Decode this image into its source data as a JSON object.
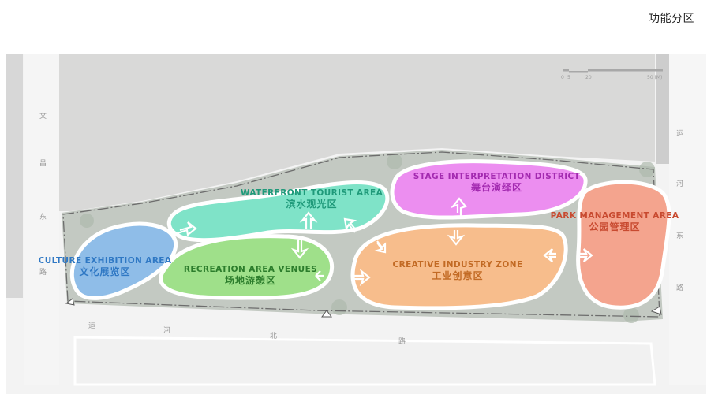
{
  "header": {
    "title": "功能分区"
  },
  "scale_bar": {
    "ticks": [
      "0",
      "5",
      "20",
      "50 (M)"
    ]
  },
  "roads": {
    "west": [
      "文",
      "昌",
      "东",
      "路"
    ],
    "east": [
      "运",
      "河",
      "东",
      "路"
    ],
    "south": [
      "运",
      "河",
      "北",
      "路"
    ]
  },
  "zones": [
    {
      "id": "culture",
      "en": "CULTURE EXHIBITION AREA",
      "cn": "文化展览区",
      "fill": "#8fbde8",
      "text": "#2f78c4"
    },
    {
      "id": "waterfront",
      "en": "WATERFRONT TOURIST AREA",
      "cn": "滨水观光区",
      "fill": "#7fe3c8",
      "text": "#1f9a7a"
    },
    {
      "id": "recreation",
      "en": "RECREATION AREA VENUES",
      "cn": "场地游憩区",
      "fill": "#9fe08a",
      "text": "#2c7d2c"
    },
    {
      "id": "stage",
      "en": "STAGE INTERPRETATION DISTRICT",
      "cn": "舞台演绎区",
      "fill": "#ec8ef0",
      "text": "#a32ab0"
    },
    {
      "id": "creative",
      "en": "CREATIVE INDUSTRY ZONE",
      "cn": "工业创意区",
      "fill": "#f7bd8c",
      "text": "#c26a24"
    },
    {
      "id": "park",
      "en": "PARK MANAGEMENT AREA",
      "cn": "公园管理区",
      "fill": "#f4a48e",
      "text": "#c84a30"
    }
  ],
  "colors": {
    "water": "#d9d9d8",
    "road": "#f3f3f3",
    "site": "#c9cdc7",
    "outline": "#ffffff"
  }
}
